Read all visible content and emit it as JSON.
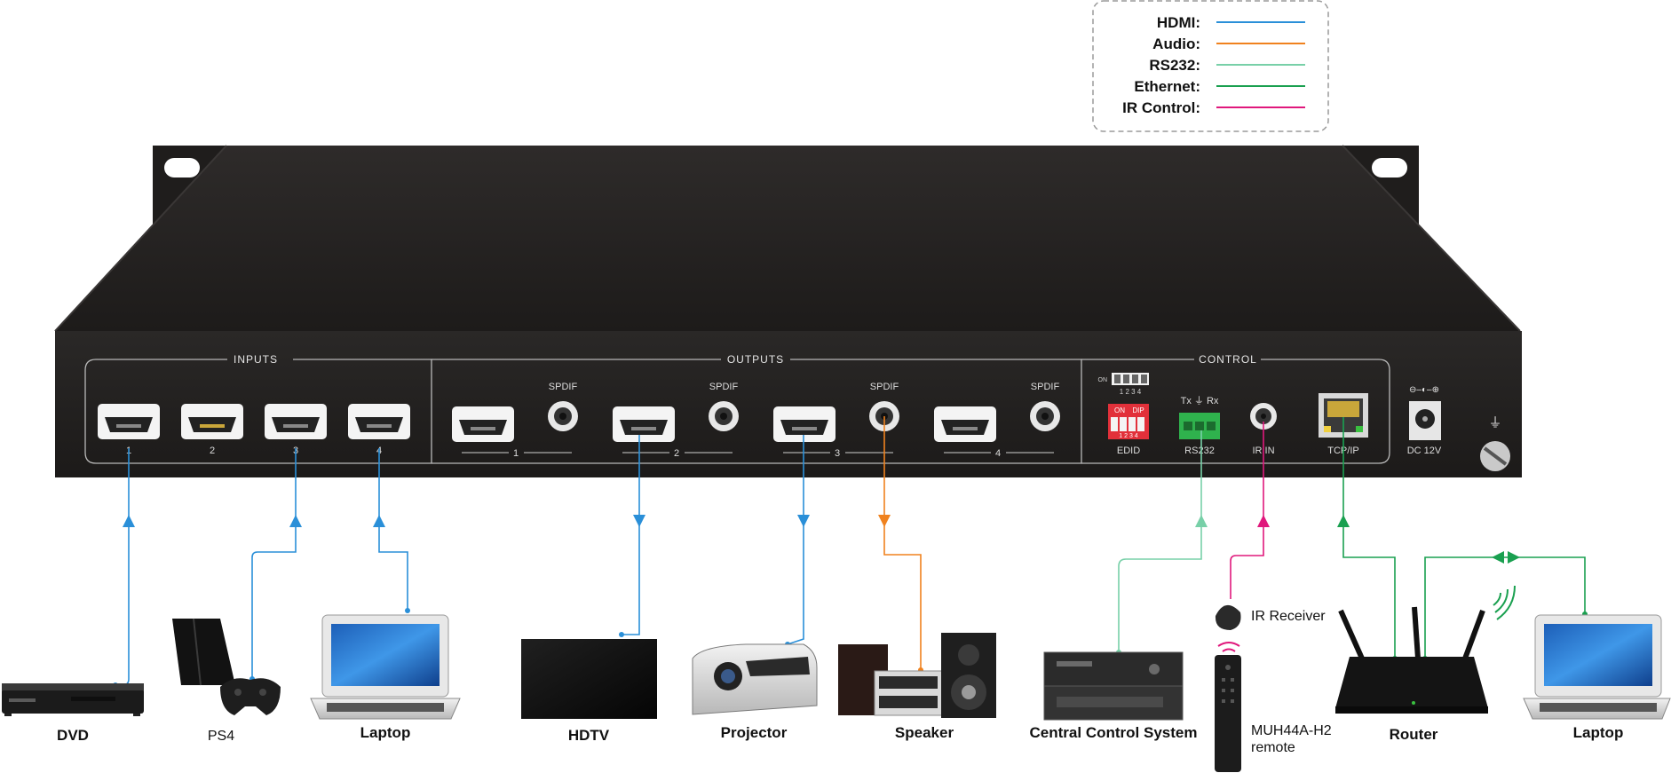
{
  "legend": {
    "items": [
      {
        "label": "HDMI:",
        "color": "#2a8fd8"
      },
      {
        "label": "Audio:",
        "color": "#f0821e"
      },
      {
        "label": "RS232:",
        "color": "#78d0a8"
      },
      {
        "label": "Ethernet:",
        "color": "#1aa050"
      },
      {
        "label": "IR Control:",
        "color": "#e0187c"
      }
    ]
  },
  "panel": {
    "inputs_title": "INPUTS",
    "outputs_title": "OUTPUTS",
    "control_title": "CONTROL",
    "input_numbers": [
      "1",
      "2",
      "3",
      "4"
    ],
    "output_numbers": [
      "1",
      "2",
      "3",
      "4"
    ],
    "spdif": "SPDIF",
    "dip_on": "ON",
    "dip_dip": "DIP",
    "dip_nums": "1 2 3 4",
    "dip_top_nums": "1 2 3 4",
    "dip_top_on": "ON",
    "edid": "EDID",
    "rs232_top": "Tx ⏚ Rx",
    "rs232": "RS232",
    "ir_in": "IR IN",
    "tcpip": "TCP/IP",
    "dc_symbol": "⊖–◐–⊕",
    "dc": "DC 12V"
  },
  "devices": {
    "dvd": "DVD",
    "ps4": "PS4",
    "laptop_left": "Laptop",
    "hdtv": "HDTV",
    "projector": "Projector",
    "speaker": "Speaker",
    "central": "Central Control System",
    "ir_receiver": "IR Receiver",
    "remote_line1": "MUH44A-H2",
    "remote_line2": "remote",
    "router": "Router",
    "laptop_right": "Laptop"
  }
}
